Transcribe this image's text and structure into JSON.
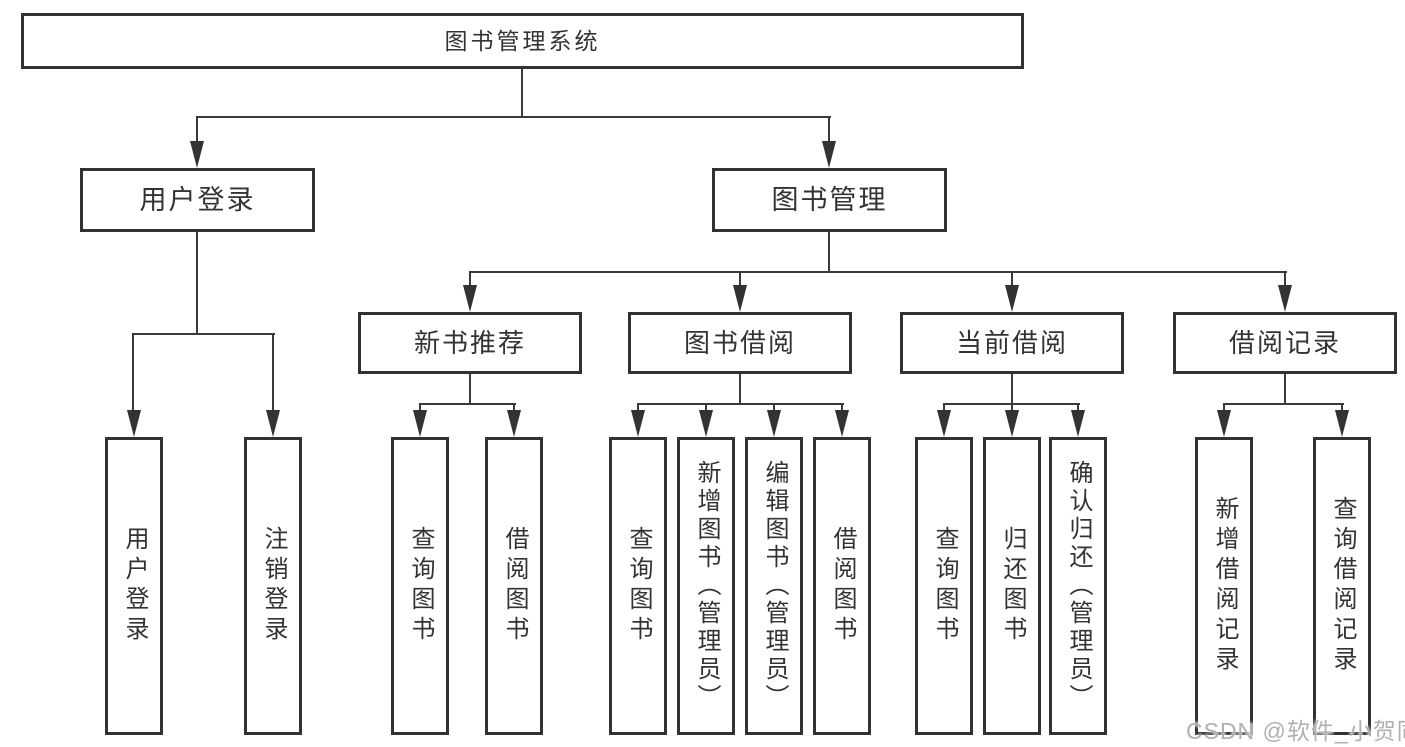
{
  "tree": {
    "root": {
      "label": "图书管理系统"
    },
    "branches": [
      {
        "label": "用户登录",
        "children": [
          {
            "label": "用户登录"
          },
          {
            "label": "注销登录"
          }
        ]
      },
      {
        "label": "图书管理",
        "children": [
          {
            "label": "新书推荐",
            "children": [
              {
                "label": "查询图书"
              },
              {
                "label": "借阅图书"
              }
            ]
          },
          {
            "label": "图书借阅",
            "children": [
              {
                "label": "查询图书"
              },
              {
                "label": "新增图书（管理员）"
              },
              {
                "label": "编辑图书（管理员）"
              },
              {
                "label": "借阅图书"
              }
            ]
          },
          {
            "label": "当前借阅",
            "children": [
              {
                "label": "查询图书"
              },
              {
                "label": "归还图书"
              },
              {
                "label": "确认归还（管理员）"
              }
            ]
          },
          {
            "label": "借阅记录",
            "children": [
              {
                "label": "新增借阅记录"
              },
              {
                "label": "查询借阅记录"
              }
            ]
          }
        ]
      }
    ]
  },
  "watermark": "CSDN @软件_小贺同学",
  "colors": {
    "line": "#333333",
    "box_border": "#323232",
    "text": "#333333",
    "watermark": "#b0b0b0",
    "background": "#ffffff"
  }
}
